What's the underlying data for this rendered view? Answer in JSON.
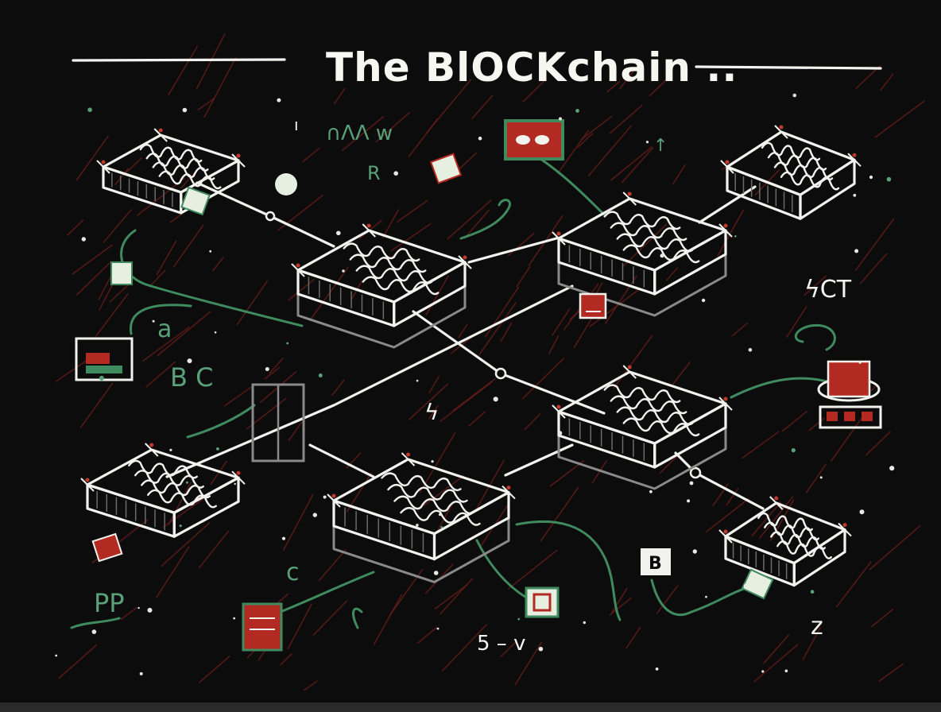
{
  "title": "The BlOCKchain ..",
  "colors": {
    "background": "#0c0c0c",
    "chalk": "#f2f2ee",
    "accent_green": "#3f8a5e",
    "accent_red": "#b32a22",
    "hatch_red": "#6a1e1a"
  },
  "labels": {
    "top_letters": "∩ΛΛ w",
    "r_letter": "R",
    "a_letter": "a",
    "bc_letters": "B C",
    "sct_letters": "ϟCT",
    "bolt_mark": "ϟ",
    "c_letter": "c",
    "pp_letters": "PP",
    "b_box": "B",
    "z_letter": "z",
    "bottom_marks": "5 – v",
    "tick_mark": "↑",
    "i_mark": "ı"
  },
  "icons": {
    "fish_sign": "fish-sign-icon",
    "card": "card-icon",
    "gift_box": "gift-box-icon",
    "book": "book-icon",
    "drum": "drum-icon",
    "ticket": "ticket-icon",
    "square": "square-icon"
  }
}
